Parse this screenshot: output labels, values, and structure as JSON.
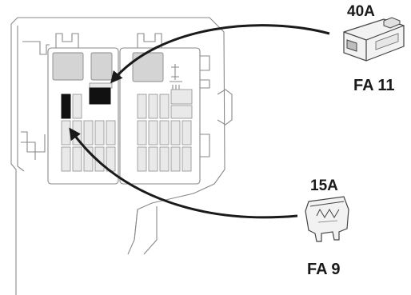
{
  "callouts": [
    {
      "rating": "40A",
      "code": "FA 11",
      "part": "cartridge-fuse"
    },
    {
      "rating": "15A",
      "code": "FA 9",
      "part": "blade-fuse"
    }
  ],
  "colors": {
    "ink": "#1a1a1a",
    "box_outline": "#8a8a8a",
    "slot_fill": "#e9e9e9",
    "fuse_fill": "#d4d4d4",
    "highlight": "#111111"
  },
  "icons": [
    "cartridge-fuse-icon",
    "blade-fuse-icon"
  ]
}
